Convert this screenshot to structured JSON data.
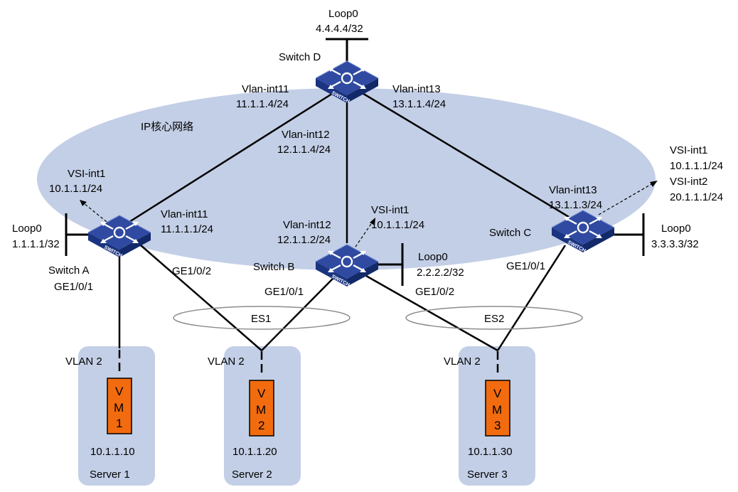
{
  "network": {
    "label": "IP核心网络",
    "fill": "#c3cfe6"
  },
  "switch_d": {
    "name": "Switch D",
    "loop_name": "Loop0",
    "loop_ip": "4.4.4.4/32",
    "vlan11_name": "Vlan-int11",
    "vlan11_ip": "11.1.1.4/24",
    "vlan12_name": "Vlan-int12",
    "vlan12_ip": "12.1.1.4/24",
    "vlan13_name": "Vlan-int13",
    "vlan13_ip": "13.1.1.4/24"
  },
  "switch_a": {
    "name": "Switch A",
    "loop_name": "Loop0",
    "loop_ip": "1.1.1.1/32",
    "vsi_name": "VSI-int1",
    "vsi_ip": "10.1.1.1/24",
    "vlan_name": "Vlan-int11",
    "vlan_ip": "11.1.1.1/24",
    "port1": "GE1/0/1",
    "port2": "GE1/0/2"
  },
  "switch_b": {
    "name": "Switch B",
    "loop_name": "Loop0",
    "loop_ip": "2.2.2.2/32",
    "vsi_name": "VSI-int1",
    "vsi_ip": "10.1.1.1/24",
    "vlan_name": "Vlan-int12",
    "vlan_ip": "12.1.1.2/24",
    "port1": "GE1/0/1",
    "port2": "GE1/0/2"
  },
  "switch_c": {
    "name": "Switch C",
    "loop_name": "Loop0",
    "loop_ip": "3.3.3.3/32",
    "vsi1_name": "VSI-int1",
    "vsi1_ip": "10.1.1.1/24",
    "vsi2_name": "VSI-int2",
    "vsi2_ip": "20.1.1.1/24",
    "vlan_name": "Vlan-int13",
    "vlan_ip": "13.1.1.3/24",
    "port1": "GE1/0/1"
  },
  "switch_badge": "SWITCH",
  "es": [
    "ES1",
    "ES2"
  ],
  "servers": [
    {
      "name": "Server 1",
      "vlan": "VLAN 2",
      "vm_v": "V",
      "vm_m": "M",
      "vm_n": "1",
      "ip": "10.1.1.10"
    },
    {
      "name": "Server 2",
      "vlan": "VLAN 2",
      "vm_v": "V",
      "vm_m": "M",
      "vm_n": "2",
      "ip": "10.1.1.20"
    },
    {
      "name": "Server 3",
      "vlan": "VLAN 2",
      "vm_v": "V",
      "vm_m": "M",
      "vm_n": "3",
      "ip": "10.1.1.30"
    }
  ],
  "colors": {
    "switch_top": "#3b55a8",
    "switch_side": "#1f3a85",
    "vm": "#f26b0f",
    "server_bg": "#c3cfe6"
  }
}
